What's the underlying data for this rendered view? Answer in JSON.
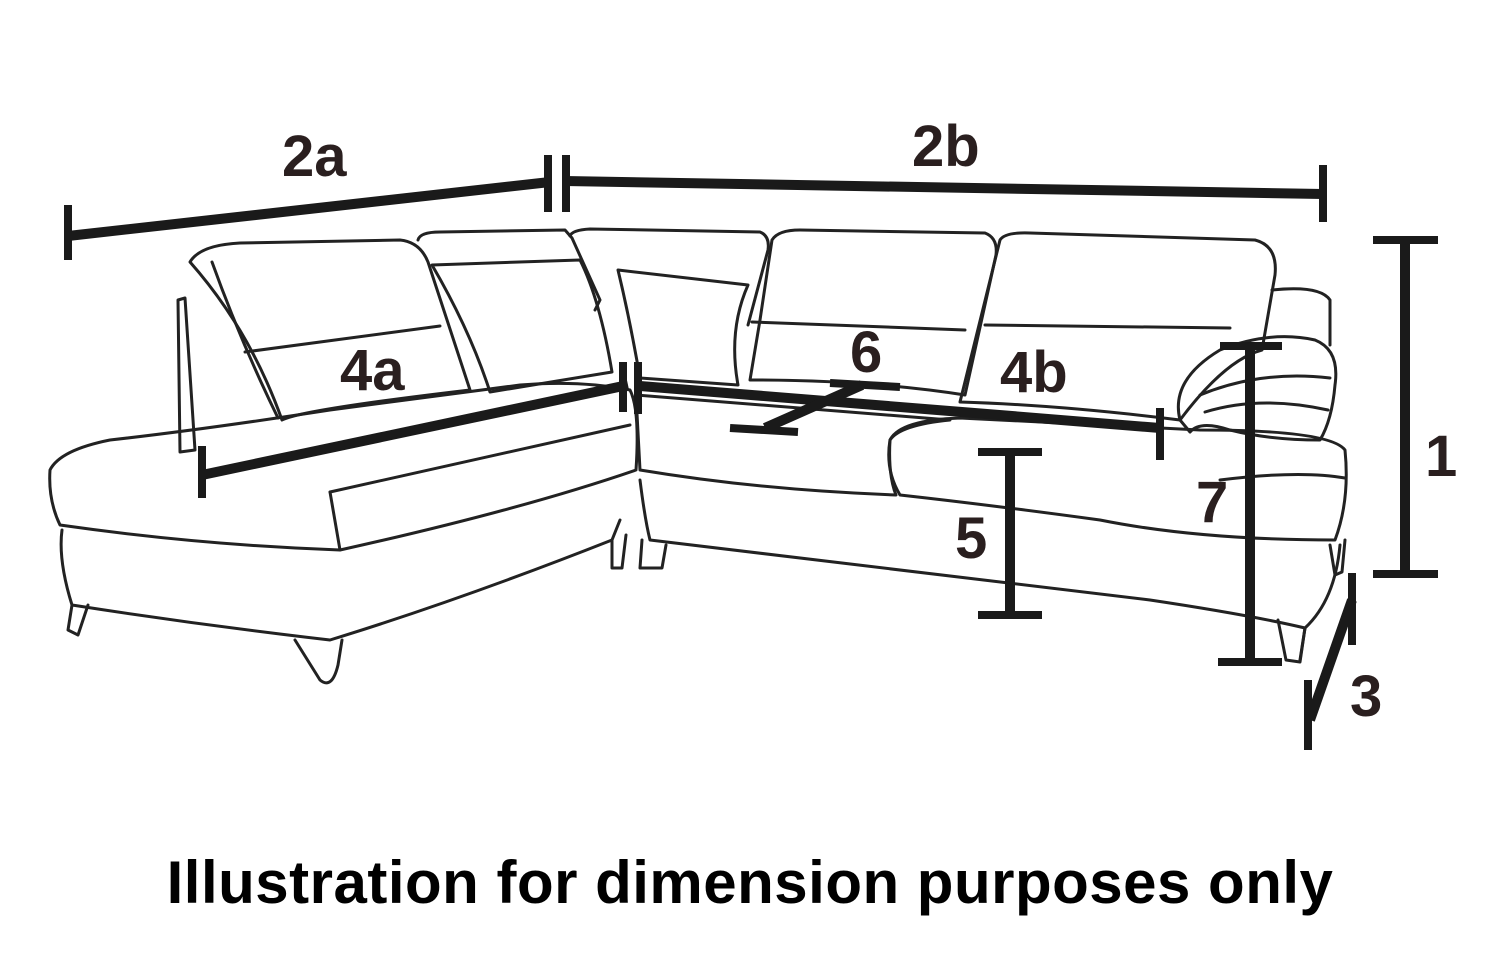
{
  "caption": "Illustration for dimension purposes only",
  "labels": {
    "l1": "1",
    "l2a": "2a",
    "l2b": "2b",
    "l3": "3",
    "l4a": "4a",
    "l4b": "4b",
    "l5": "5",
    "l6": "6",
    "l7": "7"
  },
  "colors": {
    "ink": "#1a1a1a",
    "label": "#2a1f1f",
    "background": "#ffffff"
  }
}
